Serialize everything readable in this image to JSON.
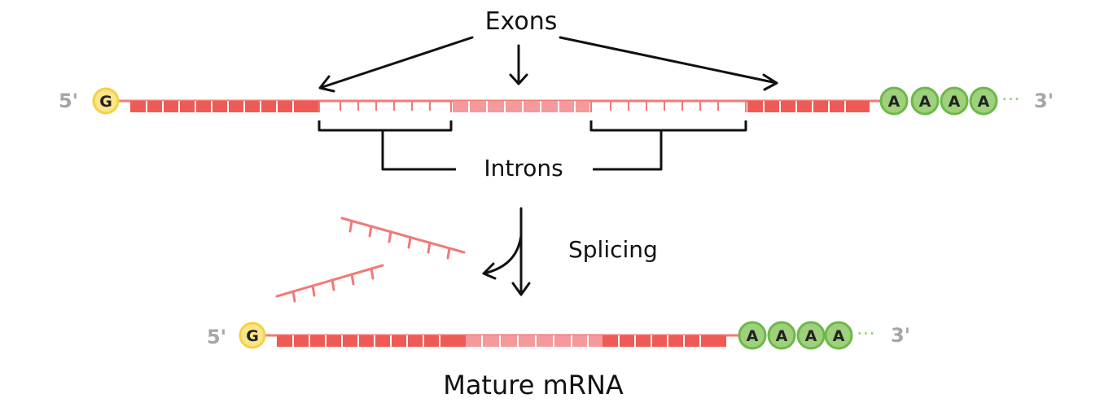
{
  "labels": {
    "exons": "Exons",
    "introns": "Introns",
    "splicing": "Splicing",
    "mature_mrna": "Mature mRNA"
  },
  "pre_mrna": {
    "five_prime": "5'",
    "three_prime": "3'",
    "cap_letter": "G",
    "tail_letters": [
      "A",
      "A",
      "A",
      "A"
    ],
    "tail_dots": "···"
  },
  "mature_mrna": {
    "five_prime": "5'",
    "three_prime": "3'",
    "cap_letter": "G",
    "tail_letters": [
      "A",
      "A",
      "A",
      "A"
    ],
    "tail_dots": "···"
  },
  "colors": {
    "exon_dark": "#ef5a55",
    "exon_light": "#f49a9c",
    "intron_line": "#f07a78",
    "cap_fill": "#fbe58a",
    "cap_stroke": "#f0d344",
    "tail_fill": "#9fd07b",
    "tail_stroke": "#6db84a",
    "prime_label": "#a6a6a6",
    "ink": "#111111"
  }
}
